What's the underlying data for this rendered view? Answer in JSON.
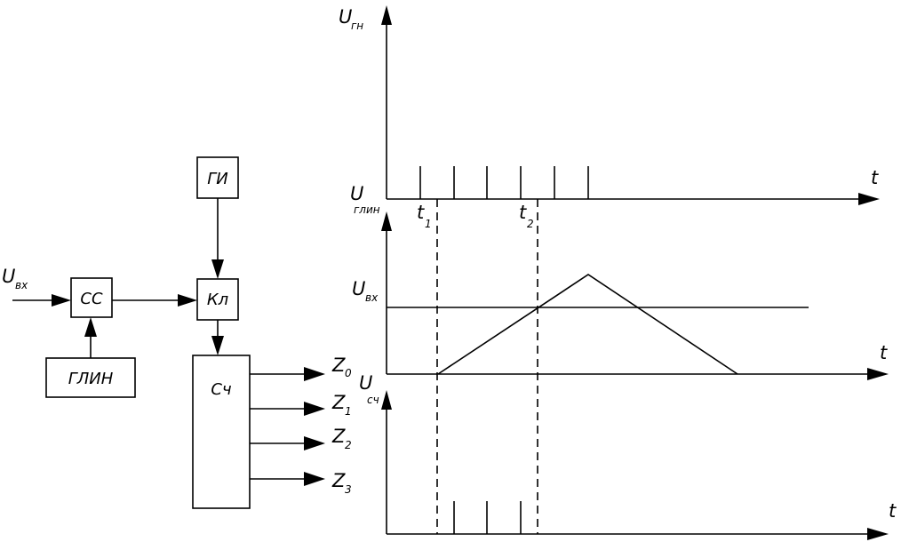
{
  "block_diagram": {
    "input_label": "U",
    "input_sub": "вх",
    "blocks": {
      "ss": "СС",
      "glin": "ГЛИН",
      "gi": "ГИ",
      "kl": "Кл",
      "sch": "Сч"
    },
    "outputs": [
      {
        "label": "Z",
        "sub": "0"
      },
      {
        "label": "Z",
        "sub": "1"
      },
      {
        "label": "Z",
        "sub": "2"
      },
      {
        "label": "Z",
        "sub": "3"
      }
    ]
  },
  "timing_diagram": {
    "axis_time_label": "t",
    "graphs": [
      {
        "ylabel": "U",
        "ysub": "гн"
      },
      {
        "ylabel": "U",
        "ysub": "глин",
        "threshold_label": "U",
        "threshold_sub": "вх"
      },
      {
        "ylabel": "U",
        "ysub": "сч"
      }
    ],
    "markers": [
      {
        "label": "t",
        "sub": "1"
      },
      {
        "label": "t",
        "sub": "2"
      }
    ]
  }
}
